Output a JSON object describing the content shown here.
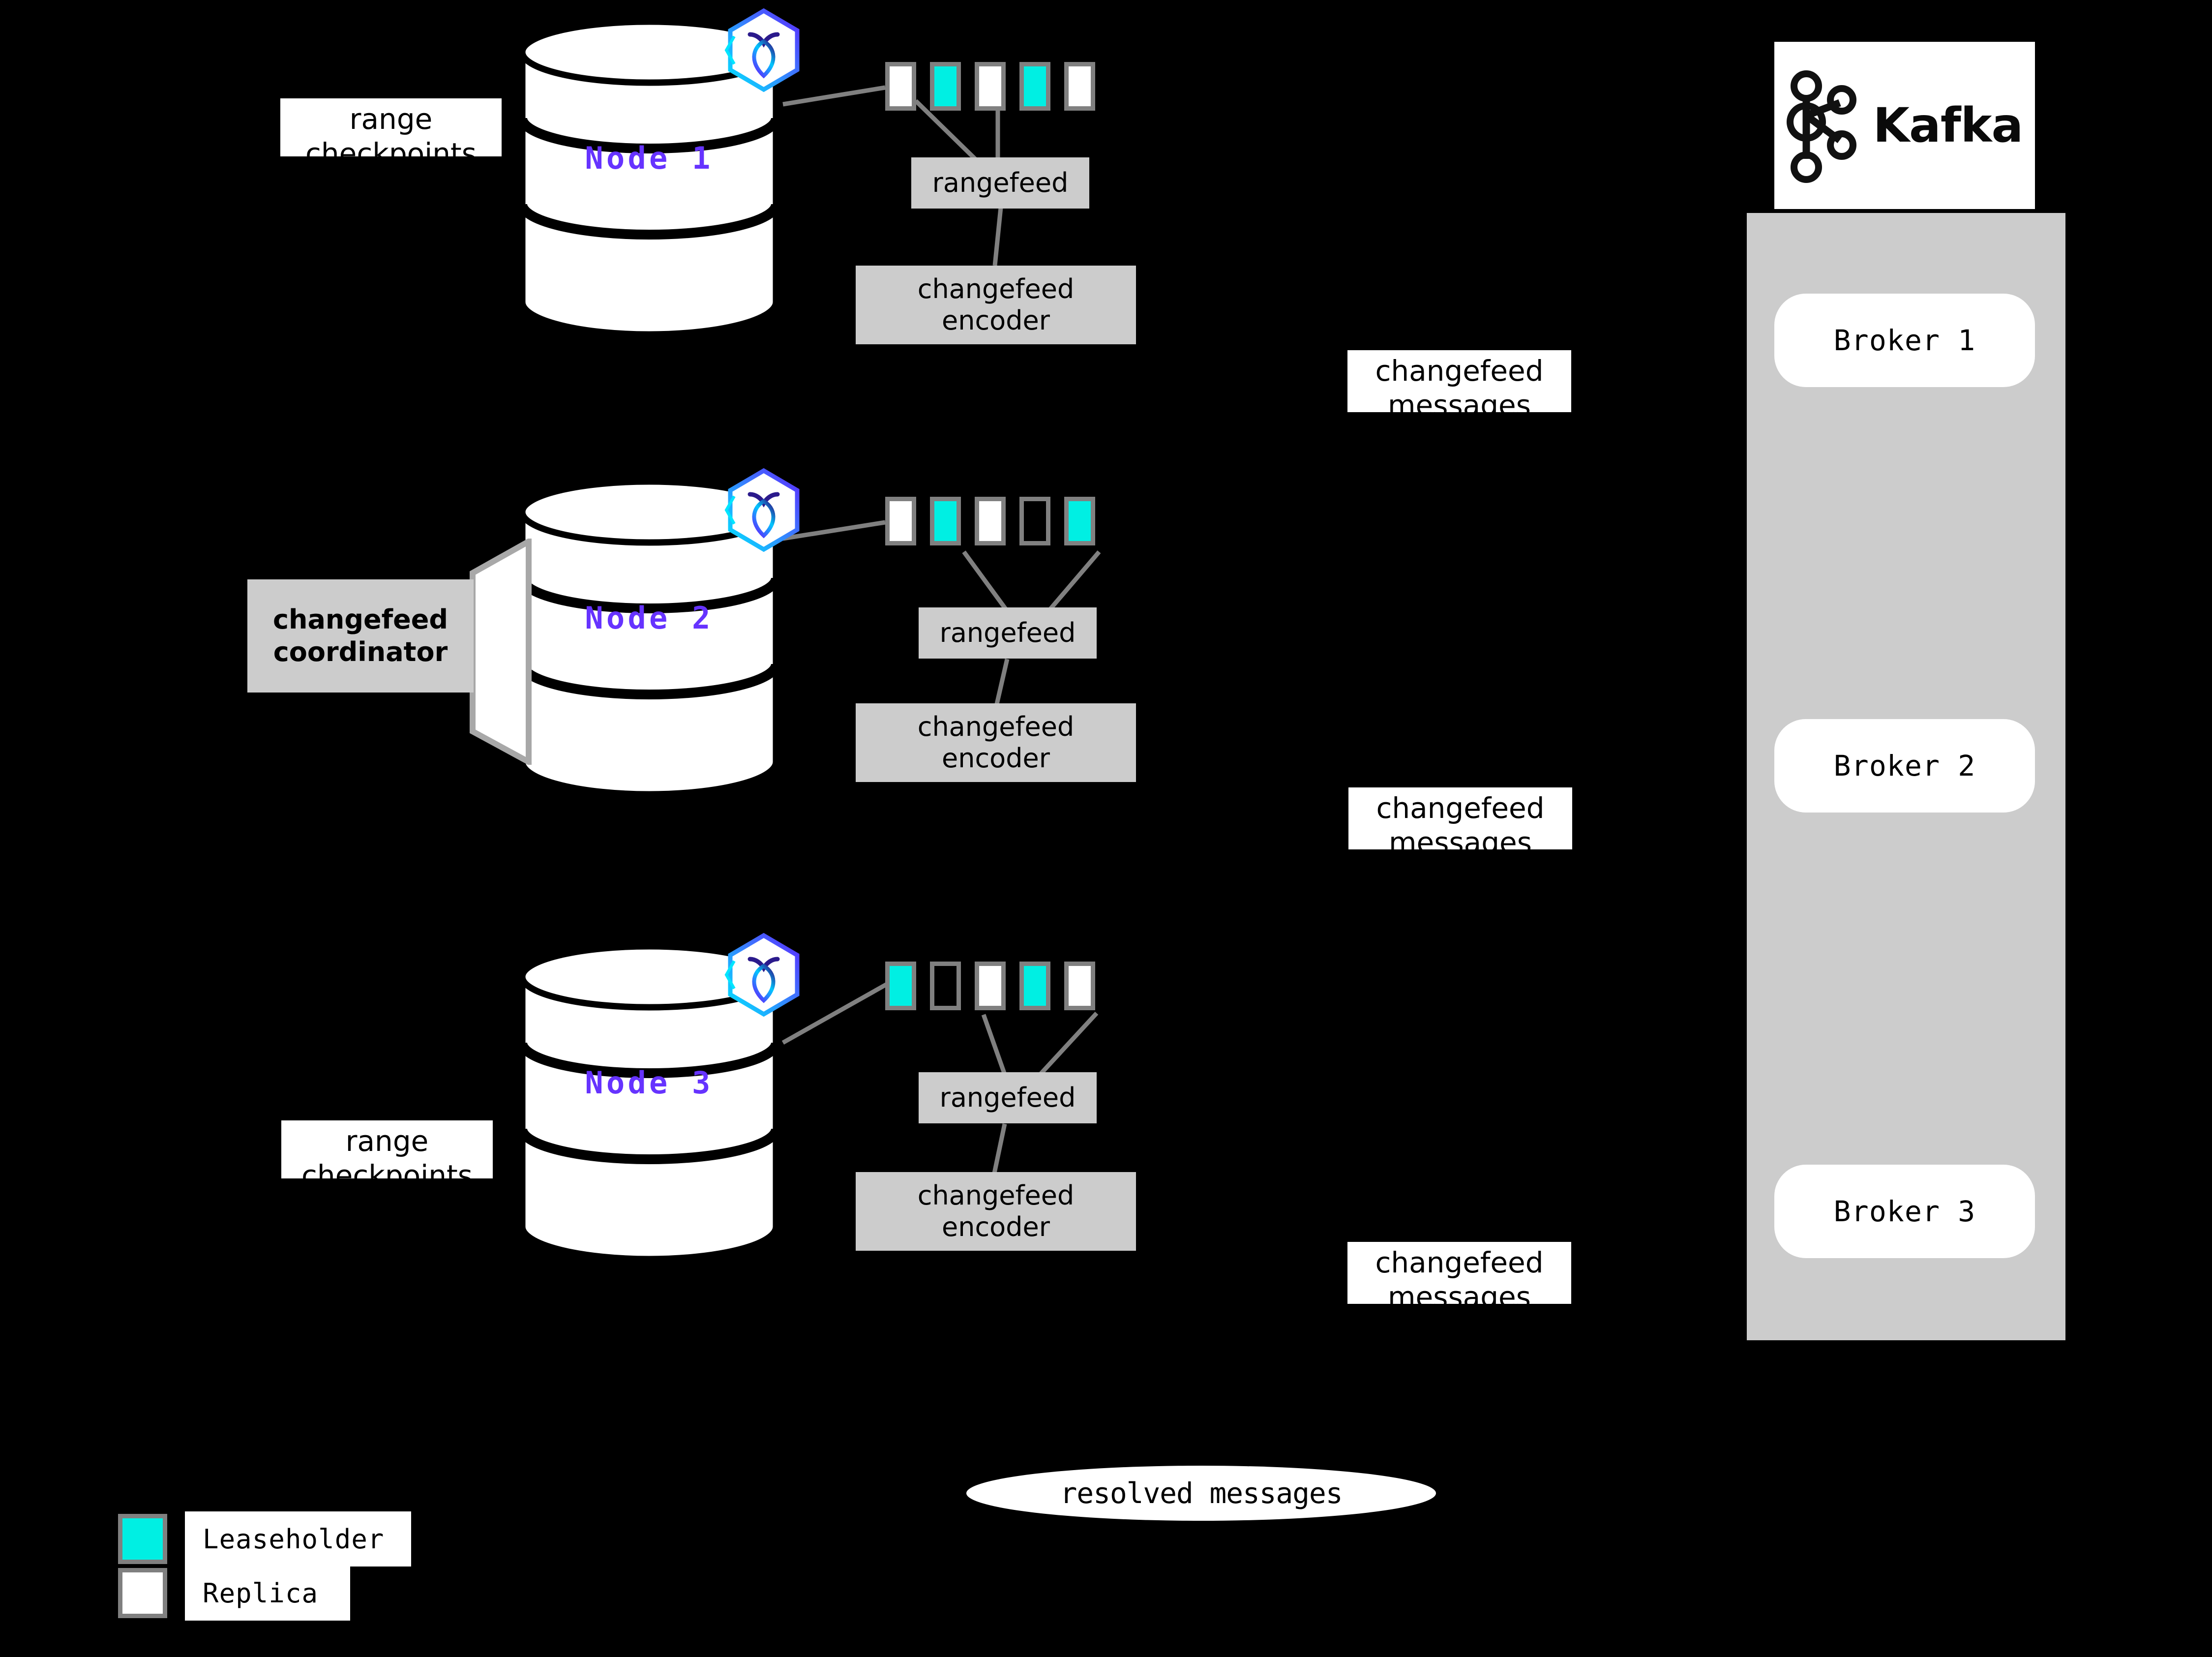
{
  "diagram": {
    "background_color": "#000000",
    "accent_node_color": "#6633ff",
    "leaseholder_color": "#00efe3",
    "replica_color": "#ffffff",
    "process_box_color": "#cccccc",
    "connector_color": "#808080"
  },
  "nodes": [
    {
      "label": "Node 1",
      "logo_name": "cockroachdb-hexagon-logo",
      "ranges": [
        "replica",
        "leaseholder",
        "replica",
        "leaseholder",
        "replica"
      ],
      "rangefeed_label": "rangefeed",
      "encoder_label": "changefeed encoder",
      "encoder_line1": "changefeed",
      "encoder_line2": "encoder"
    },
    {
      "label": "Node 2",
      "logo_name": "cockroachdb-hexagon-logo",
      "ranges": [
        "replica",
        "leaseholder",
        "replica",
        "empty",
        "leaseholder"
      ],
      "rangefeed_label": "rangefeed",
      "encoder_label": "changefeed encoder",
      "encoder_line1": "changefeed",
      "encoder_line2": "encoder"
    },
    {
      "label": "Node 3",
      "logo_name": "cockroachdb-hexagon-logo",
      "ranges": [
        "leaseholder",
        "empty",
        "replica",
        "leaseholder",
        "replica"
      ],
      "rangefeed_label": "rangefeed",
      "encoder_label": "changefeed encoder",
      "encoder_line1": "changefeed",
      "encoder_line2": "encoder"
    }
  ],
  "checkpoint_labels": [
    {
      "line1": "range",
      "line2": "checkpoints"
    },
    {
      "line1": "range",
      "line2": "checkpoints"
    }
  ],
  "coordinator": {
    "line1": "changefeed",
    "line2": "coordinator"
  },
  "message_labels": [
    {
      "line1": "changefeed",
      "line2": "messages"
    },
    {
      "line1": "changefeed",
      "line2": "messages"
    },
    {
      "line1": "changefeed",
      "line2": "messages"
    }
  ],
  "kafka": {
    "wordmark": "Kafka",
    "logo_name": "kafka-node-graph-logo",
    "brokers": [
      "Broker 1",
      "Broker 2",
      "Broker 3"
    ]
  },
  "resolved": {
    "label": "resolved messages"
  },
  "legend": {
    "items": [
      {
        "label": "Leaseholder",
        "swatch": "leaseholder"
      },
      {
        "label": "Replica",
        "swatch": "replica"
      }
    ]
  }
}
